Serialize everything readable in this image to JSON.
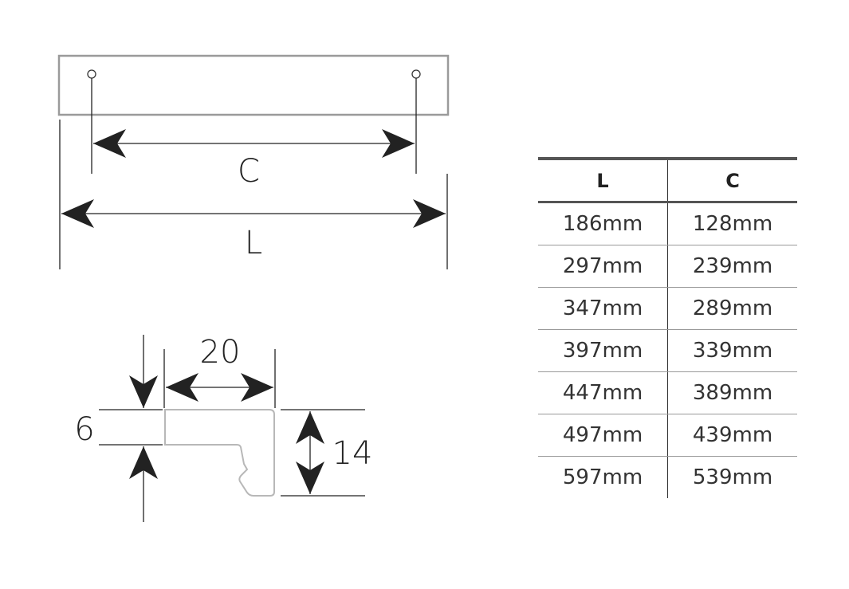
{
  "front_view": {
    "spacing_label": "C",
    "length_label": "L"
  },
  "profile_view": {
    "width_label": "20",
    "top_thickness_label": "6",
    "height_label": "14"
  },
  "table": {
    "headers": [
      "L",
      "C"
    ],
    "rows": [
      [
        "186mm",
        "128mm"
      ],
      [
        "297mm",
        "239mm"
      ],
      [
        "347mm",
        "289mm"
      ],
      [
        "397mm",
        "339mm"
      ],
      [
        "447mm",
        "389mm"
      ],
      [
        "497mm",
        "439mm"
      ],
      [
        "597mm",
        "539mm"
      ]
    ]
  }
}
